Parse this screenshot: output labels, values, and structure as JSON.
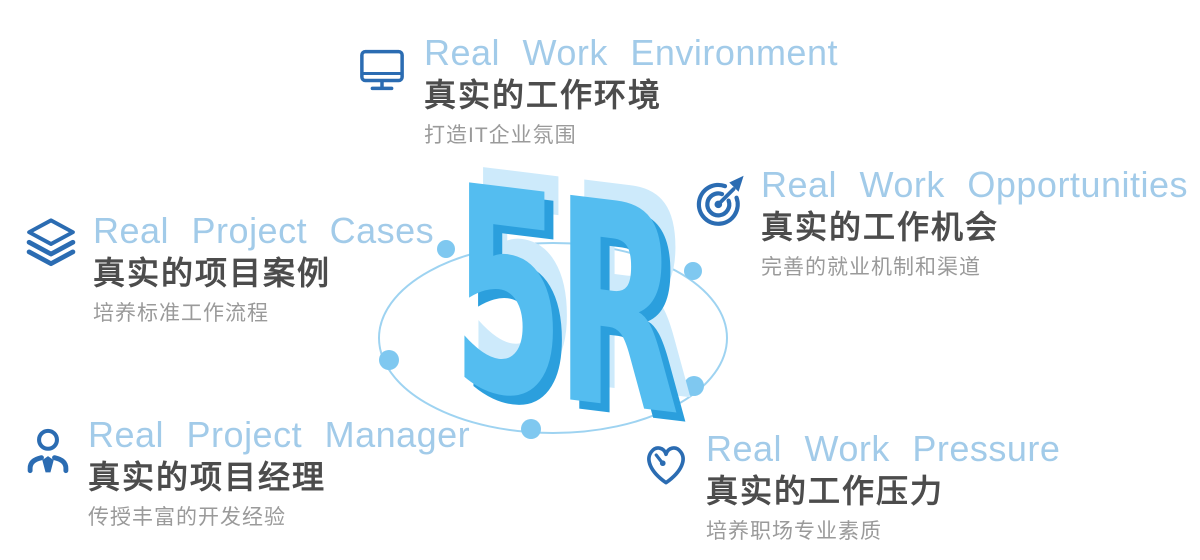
{
  "center": {
    "label": "5R"
  },
  "items": [
    {
      "id": "environment",
      "icon": "monitor-icon",
      "en": "Real Work Environment",
      "zh": "真实的工作环境",
      "desc": "打造IT企业氛围"
    },
    {
      "id": "cases",
      "icon": "layers-icon",
      "en": "Real Project Cases",
      "zh": "真实的项目案例",
      "desc": "培养标准工作流程"
    },
    {
      "id": "opportunities",
      "icon": "target-dart-icon",
      "en": "Real Work Opportunities",
      "zh": "真实的工作机会",
      "desc": "完善的就业机制和渠道"
    },
    {
      "id": "manager",
      "icon": "manager-tie-icon",
      "en": "Real Project Manager",
      "zh": "真实的项目经理",
      "desc": "传授丰富的开发经验"
    },
    {
      "id": "pressure",
      "icon": "heart-gauge-icon",
      "en": "Real Work Pressure",
      "zh": "真实的工作压力",
      "desc": "培养职场专业素质"
    }
  ],
  "palette": {
    "accent-dark": "#2b6cb2",
    "heading-blue": "#a2cbe9",
    "title-dark": "#4c4c4c",
    "desc-gray": "#9a9a9a",
    "ellipse-blue": "#9ed3f1",
    "dot-blue": "#7fc8f0",
    "r5-front": "#54bdf0",
    "r5-top": "#cdeafb",
    "r5-side": "#2b9fdd"
  }
}
